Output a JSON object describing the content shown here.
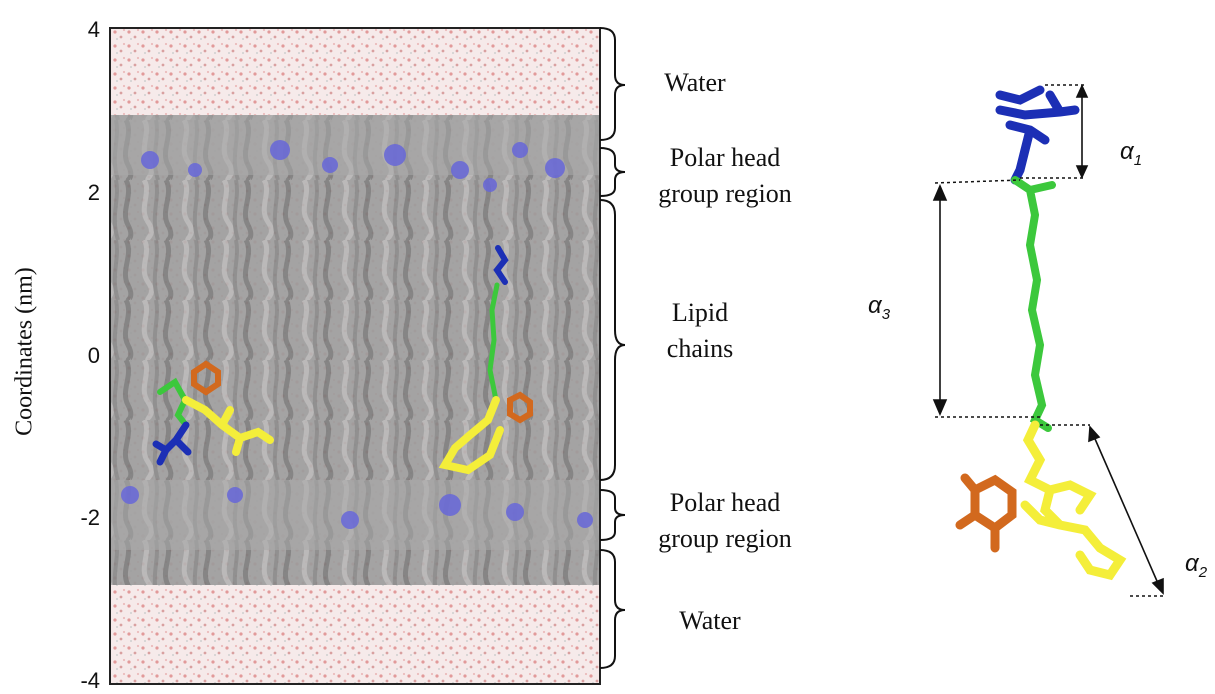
{
  "y_axis": {
    "label": "Coordinates (nm)",
    "ticks": [
      "4",
      "2",
      "0",
      "-2",
      "-4"
    ]
  },
  "regions": [
    {
      "label": "Water"
    },
    {
      "label": "Polar head group region"
    },
    {
      "label": "Lipid chains"
    },
    {
      "label": "Polar head group region"
    },
    {
      "label": "Water"
    }
  ],
  "molecule_labels": {
    "a1": {
      "symbol": "α",
      "sub": "1"
    },
    "a2": {
      "symbol": "α",
      "sub": "2"
    },
    "a3": {
      "symbol": "α",
      "sub": "3"
    }
  },
  "colors": {
    "head_group": "#1c2fb5",
    "linker_chain": "#3cc83c",
    "aromatic_core": "#f4ee3a",
    "phenol_ring": "#d2691e",
    "lipid": "#8c8c8c",
    "water": "#e8b8b8"
  }
}
